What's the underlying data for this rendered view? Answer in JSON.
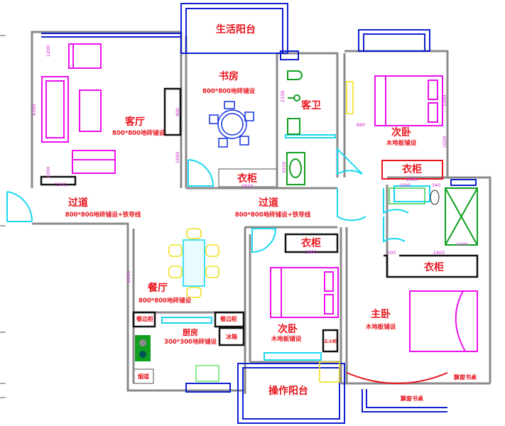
{
  "rooms": {
    "living_balcony": "生活阳台",
    "study": "书房",
    "study_floor": "800*800地砖铺设",
    "living": "客厅",
    "living_floor": "800*800地砖铺设",
    "guest_bath": "客卫",
    "bedroom2_top": "次卧",
    "bedroom2_top_floor": "木地板铺设",
    "corridor_left": "过道",
    "corridor_left_floor": "800*800地砖铺设+铁导线",
    "corridor_right": "过道",
    "corridor_right_floor": "800*800地砖铺设+铁导线",
    "dining": "餐厅",
    "dining_floor": "800*800地砖铺设",
    "kitchen": "厨房",
    "kitchen_floor": "300*300地砖铺设",
    "bedroom2_bottom": "次卧",
    "bedroom2_bottom_floor": "木地板铺设",
    "master": "主卧",
    "master_floor": "木地板铺设",
    "work_balcony": "操作阳台"
  },
  "fixtures": {
    "wardrobe_study": "衣柜",
    "wardrobe_bed2_top": "衣柜",
    "wardrobe_bed2_bottom": "衣柜",
    "wardrobe_master": "衣柜",
    "sideboard_left": "餐边柜",
    "sideboard_right": "餐边柜",
    "fridge": "冰箱",
    "flue": "烟道",
    "chest": "五斗柜",
    "bay_desk_top": "飘窗书桌",
    "bay_desk_bottom": "飘窗书桌"
  },
  "dimensions": {
    "living_a": "1200",
    "living_b": "4350",
    "living_c": "1200",
    "living_d": "1500",
    "study_a": "400",
    "study_b": "1600",
    "study_c": "1810",
    "study_d": "2330",
    "bath_a": "1010",
    "bed2_a": "880",
    "bed2_b": "1500",
    "bed2_c": "1020",
    "bed2_d": "1600",
    "bath2_a": "1000",
    "bath2_b": "340",
    "shower": "1000",
    "wardrobe_a": "1800",
    "master_a": "500",
    "master_b": "2400",
    "dining_a": "2510"
  },
  "colors": {
    "wall": "#8a8a8a",
    "window": "#1020d0",
    "door": "#19d8f0",
    "text": "#e8141c",
    "furniture": "#ee10ee"
  }
}
